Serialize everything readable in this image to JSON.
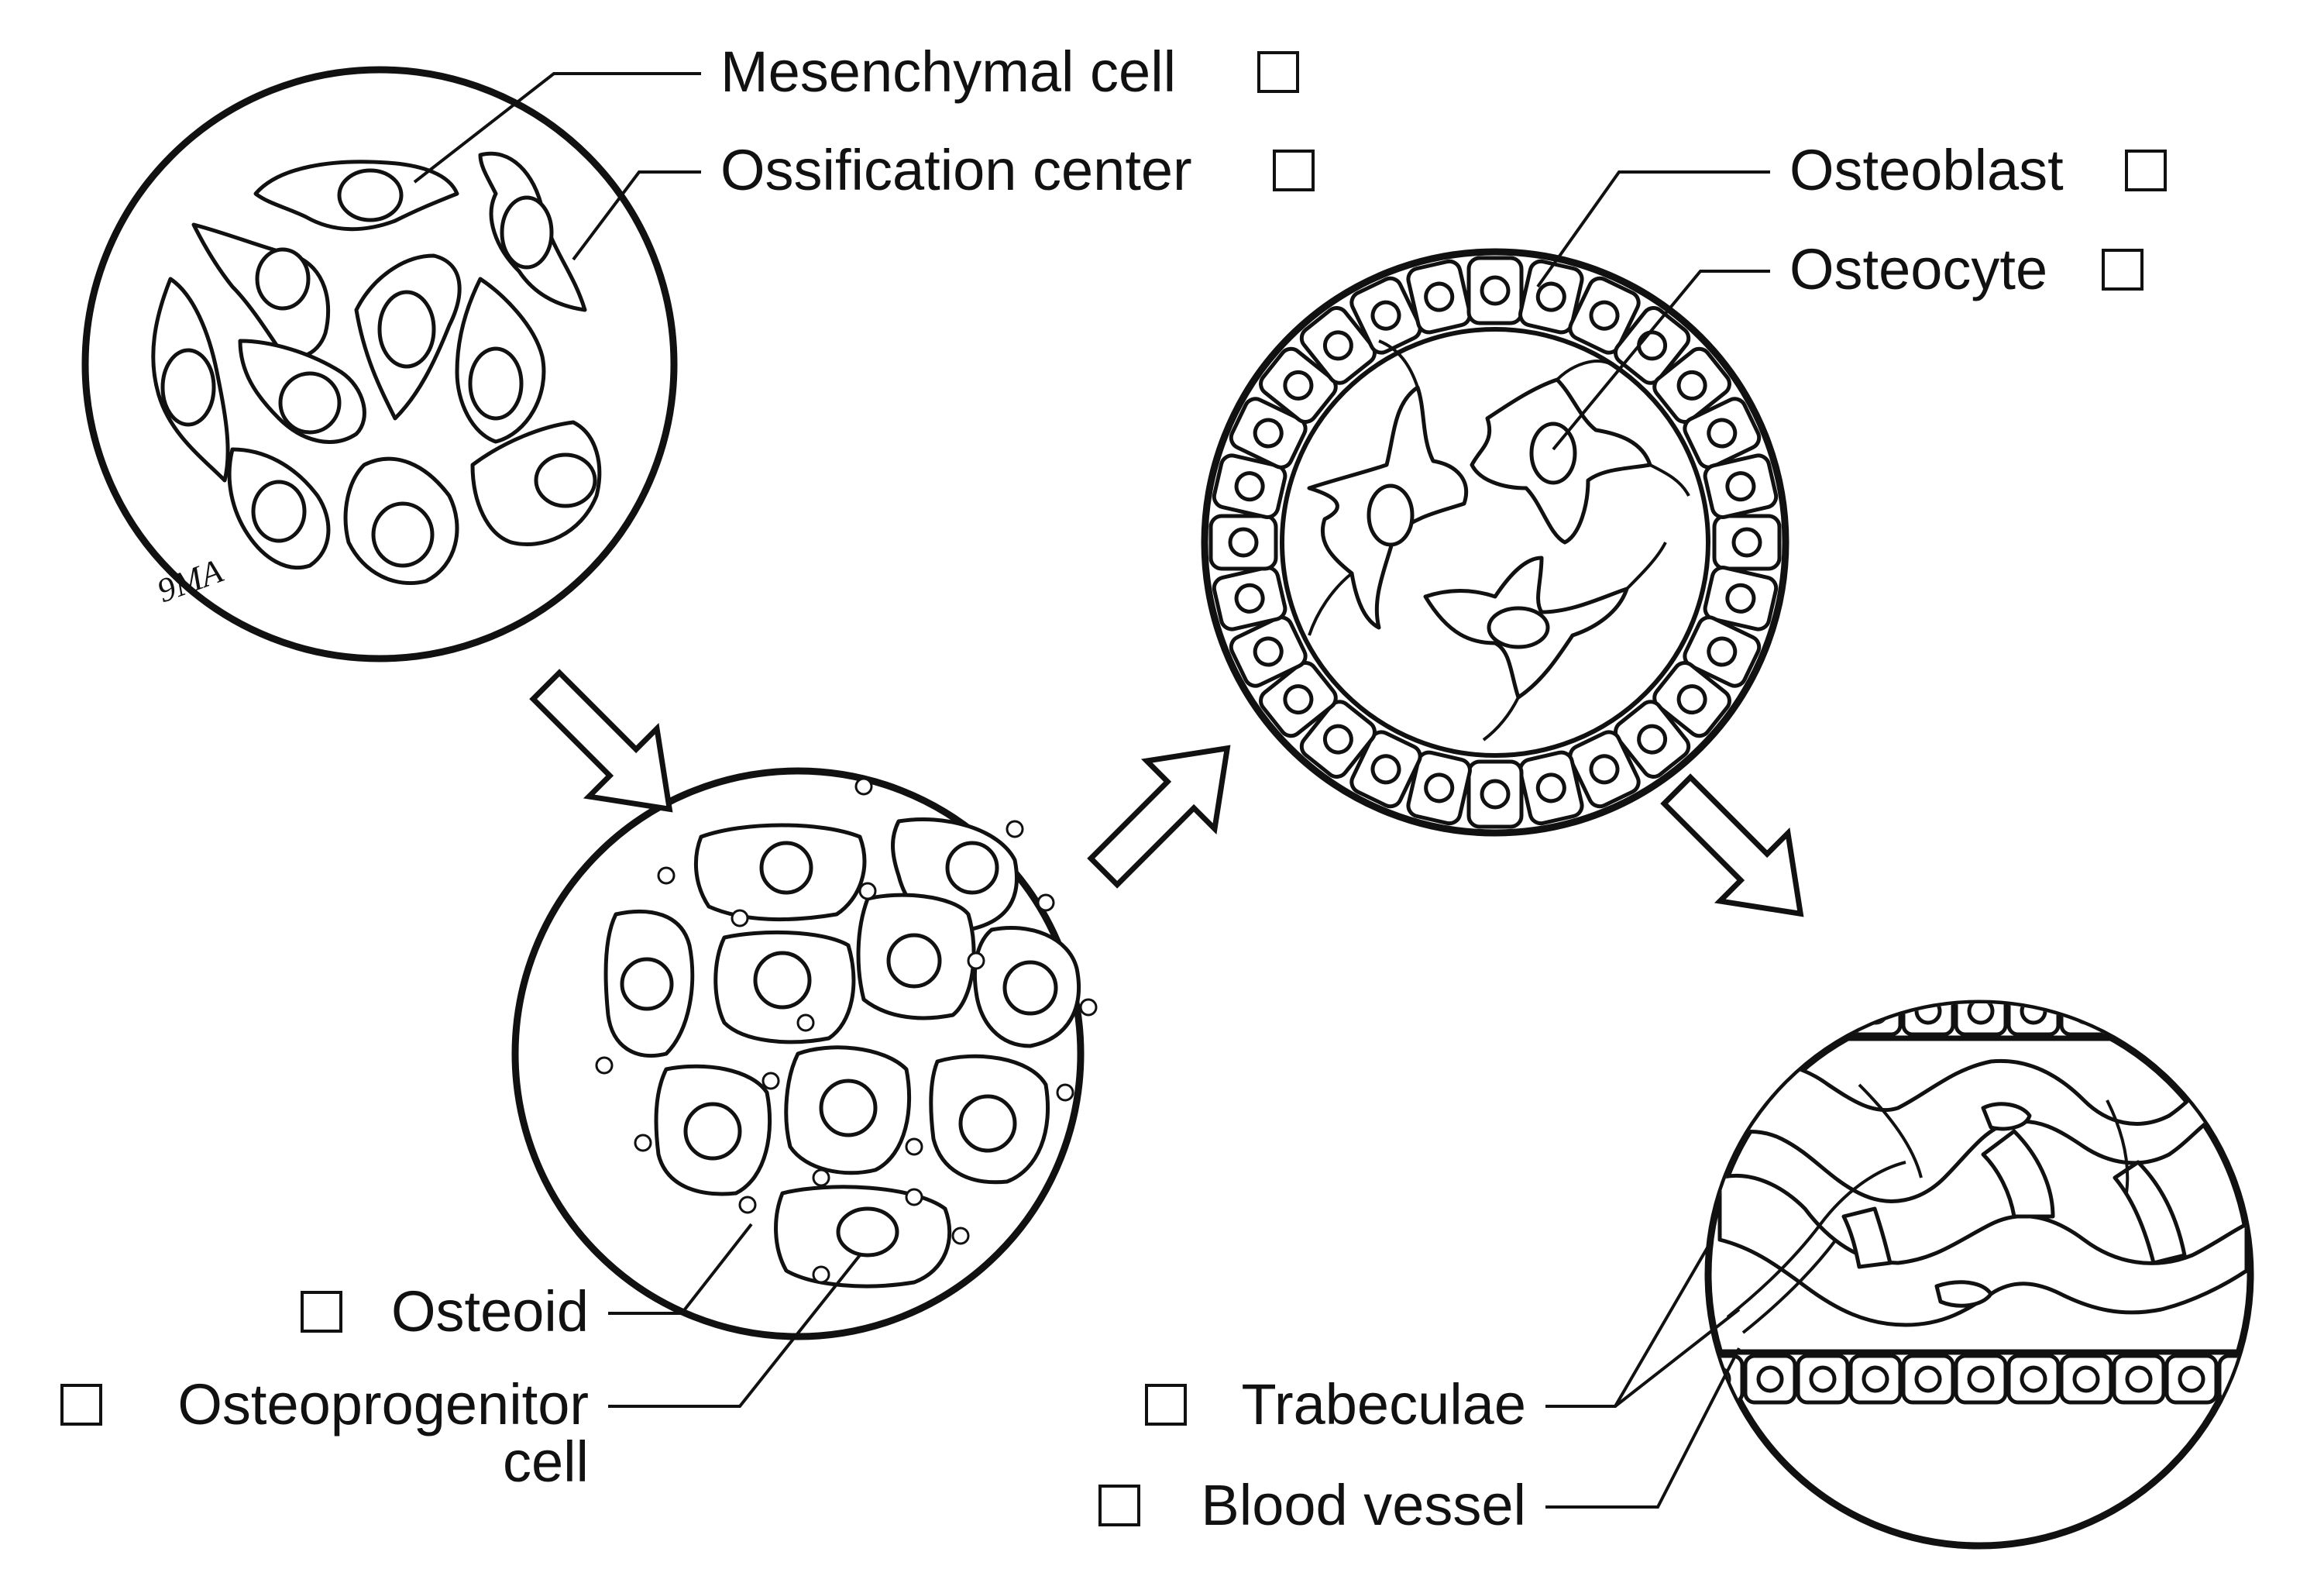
{
  "labels": {
    "mesenchymal_cell": "Mesenchymal cell",
    "ossification_center": "Ossification center",
    "osteoblast": "Osteoblast",
    "osteocyte": "Osteocyte",
    "osteoid": "Osteoid",
    "osteoprogenitor_line1": "Osteoprogenitor",
    "osteoprogenitor_line2": "cell",
    "trabeculae": "Trabeculae",
    "blood_vessel": "Blood vessel"
  },
  "signature": "9MA",
  "icons": {
    "checkbox": "checkbox-square-icon",
    "arrow": "outlined-arrow-icon"
  },
  "colors": {
    "ink": "#111111",
    "paper": "#ffffff"
  }
}
